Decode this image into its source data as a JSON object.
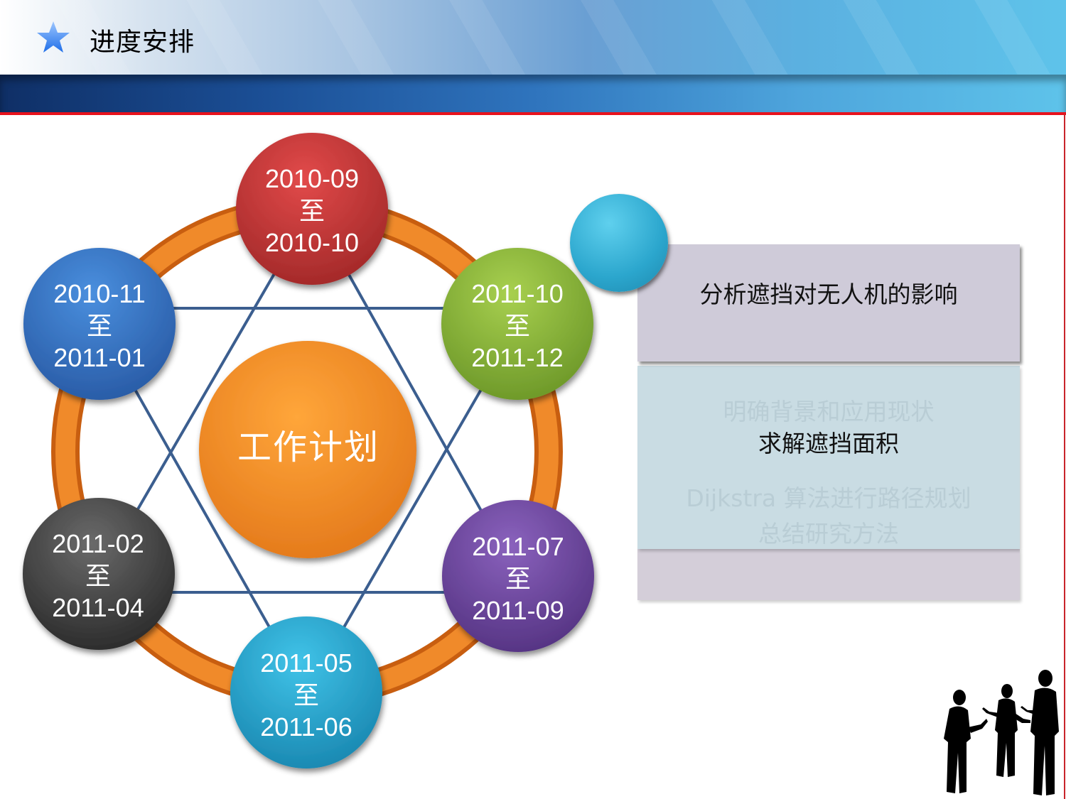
{
  "header": {
    "title": "进度安排",
    "icon": "star-icon"
  },
  "diagram": {
    "center_label": "工作计划",
    "nodes": [
      {
        "start": "2010-09",
        "sep": "至",
        "end": "2010-10",
        "color": "#c83a3a"
      },
      {
        "start": "2011-10",
        "sep": "至",
        "end": "2011-12",
        "color": "#8cb83b"
      },
      {
        "start": "2011-07",
        "sep": "至",
        "end": "2011-09",
        "color": "#6d4a9c"
      },
      {
        "start": "2011-05",
        "sep": "至",
        "end": "2011-06",
        "color": "#2aa7cf"
      },
      {
        "start": "2011-02",
        "sep": "至",
        "end": "2011-04",
        "color": "#4a4a4a"
      },
      {
        "start": "2010-11",
        "sep": "至",
        "end": "2011-01",
        "color": "#3a78c4"
      }
    ],
    "ring_color": "#e5781f",
    "line_color": "#3b5e8f"
  },
  "panels": {
    "panel1_text": "分析遮挡对无人机的影响",
    "panel2_ghost_top": "明确背景和应用现状",
    "panel2_text": "求解遮挡面积",
    "panel2_ghost_mid": "Dijkstra 算法进行路径规划",
    "panel2_ghost_bottom": "总结研究方法"
  }
}
